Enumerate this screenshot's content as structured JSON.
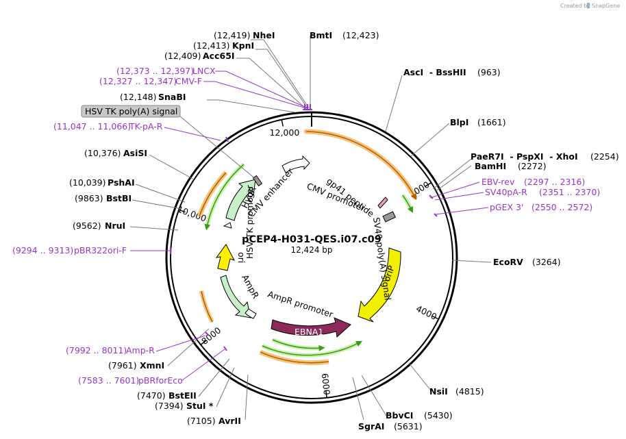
{
  "credit": {
    "prefix": "Created by",
    "brand": "SnapGene"
  },
  "plasmid": {
    "name": "pCEP4-H031-QES.i07.c09",
    "size_label": "12,424 bp",
    "length": 12424
  },
  "ticks": [
    {
      "pos": 12000,
      "label": "12,000"
    },
    {
      "pos": 2000,
      "label": "2000"
    },
    {
      "pos": 4000,
      "label": "4000"
    },
    {
      "pos": 6000,
      "label": "6000"
    },
    {
      "pos": 8000,
      "label": "8000"
    },
    {
      "pos": 10000,
      "label": "10,000"
    }
  ],
  "sites": [
    {
      "id": "nhei",
      "name": "NheI",
      "pos": "(12,419)"
    },
    {
      "id": "bmti",
      "name": "BmtI",
      "pos": "(12,423)"
    },
    {
      "id": "kpni",
      "name": "KpnI",
      "pos": "(12,413)"
    },
    {
      "id": "acc65i",
      "name": "Acc65I",
      "pos": "(12,409)"
    },
    {
      "id": "snabi",
      "name": "SnaBI",
      "pos": "(12,148)"
    },
    {
      "id": "asisi",
      "name": "AsiSI",
      "pos": "(10,376)"
    },
    {
      "id": "pshai",
      "name": "PshAI",
      "pos": "(10,039)"
    },
    {
      "id": "bstbi",
      "name": "BstBI",
      "pos": "(9863)"
    },
    {
      "id": "nrui",
      "name": "NruI",
      "pos": "(9562)"
    },
    {
      "id": "xmni",
      "name": "XmnI",
      "pos": "(7961)"
    },
    {
      "id": "bsteii",
      "name": "BstEII",
      "pos": "(7470)"
    },
    {
      "id": "stui",
      "name": "StuI *",
      "pos": "(7394)"
    },
    {
      "id": "avrii",
      "name": "AvrII",
      "pos": "(7105)"
    },
    {
      "id": "sgrai",
      "name": "SgrAI",
      "pos": "(5631)"
    },
    {
      "id": "bbvci",
      "name": "BbvCI",
      "pos": "(5430)"
    },
    {
      "id": "nsii",
      "name": "NsiI",
      "pos": "(4815)"
    },
    {
      "id": "ecorv",
      "name": "EcoRV",
      "pos": "(3264)"
    },
    {
      "id": "bami",
      "name": "BamHI",
      "pos": "(2272)"
    },
    {
      "id": "paer7i",
      "name": "PaeR7I  - PspXI  - XhoI",
      "pos": "(2254)"
    },
    {
      "id": "blpi",
      "name": "BlpI",
      "pos": "(1661)"
    },
    {
      "id": "asci",
      "name": "AscI  - BssHII",
      "pos": "(963)"
    }
  ],
  "primers": [
    {
      "id": "lncx",
      "range": "(12,373 .. 12,397)",
      "name": "LNCX"
    },
    {
      "id": "cmvf",
      "range": "(12,327 .. 12,347)",
      "name": "CMV-F"
    },
    {
      "id": "tkpar",
      "range": "(11,047 .. 11,066)",
      "name": "TK-pA-R"
    },
    {
      "id": "pbr322",
      "range": "(9294 .. 9313)",
      "name": "pBR322ori-F"
    },
    {
      "id": "ampr",
      "range": "(7992 .. 8011)",
      "name": "Amp-R"
    },
    {
      "id": "pbrfor",
      "range": "(7583 .. 7601)",
      "name": "pBRforEco"
    },
    {
      "id": "ebvrev",
      "name": "EBV-rev",
      "range": "(2297 .. 2316)"
    },
    {
      "id": "sv40par",
      "name": "SV40pA-R",
      "range": "(2351 .. 2370)"
    },
    {
      "id": "pgex3",
      "name": "pGEX 3'",
      "range": "(2550 .. 2572)"
    }
  ],
  "features": {
    "hsv_tk_polya": "HSV TK poly(A) signal",
    "cmv_enhancer": "CMV enhancer",
    "cmv_promoter": "CMV promoter",
    "gp41": "gp41 peptide",
    "sv40_polya": "SV40 poly(A) signal",
    "orip": "oriP",
    "ebna1": "EBNA1",
    "ampr_promoter": "AmpR promoter",
    "ampr": "AmpR",
    "ori": "ori",
    "hsv_tk_promoter": "HSV TK promoter",
    "hygr": "HygR"
  },
  "colors": {
    "primer": "#9933cc",
    "orf": "#3a9a1a",
    "orfTint": "#f5c27a",
    "orip": "#f0f000",
    "ebna1": "#8b2a5a",
    "ampr": "#c8f0c8",
    "ori": "#ffee00"
  }
}
